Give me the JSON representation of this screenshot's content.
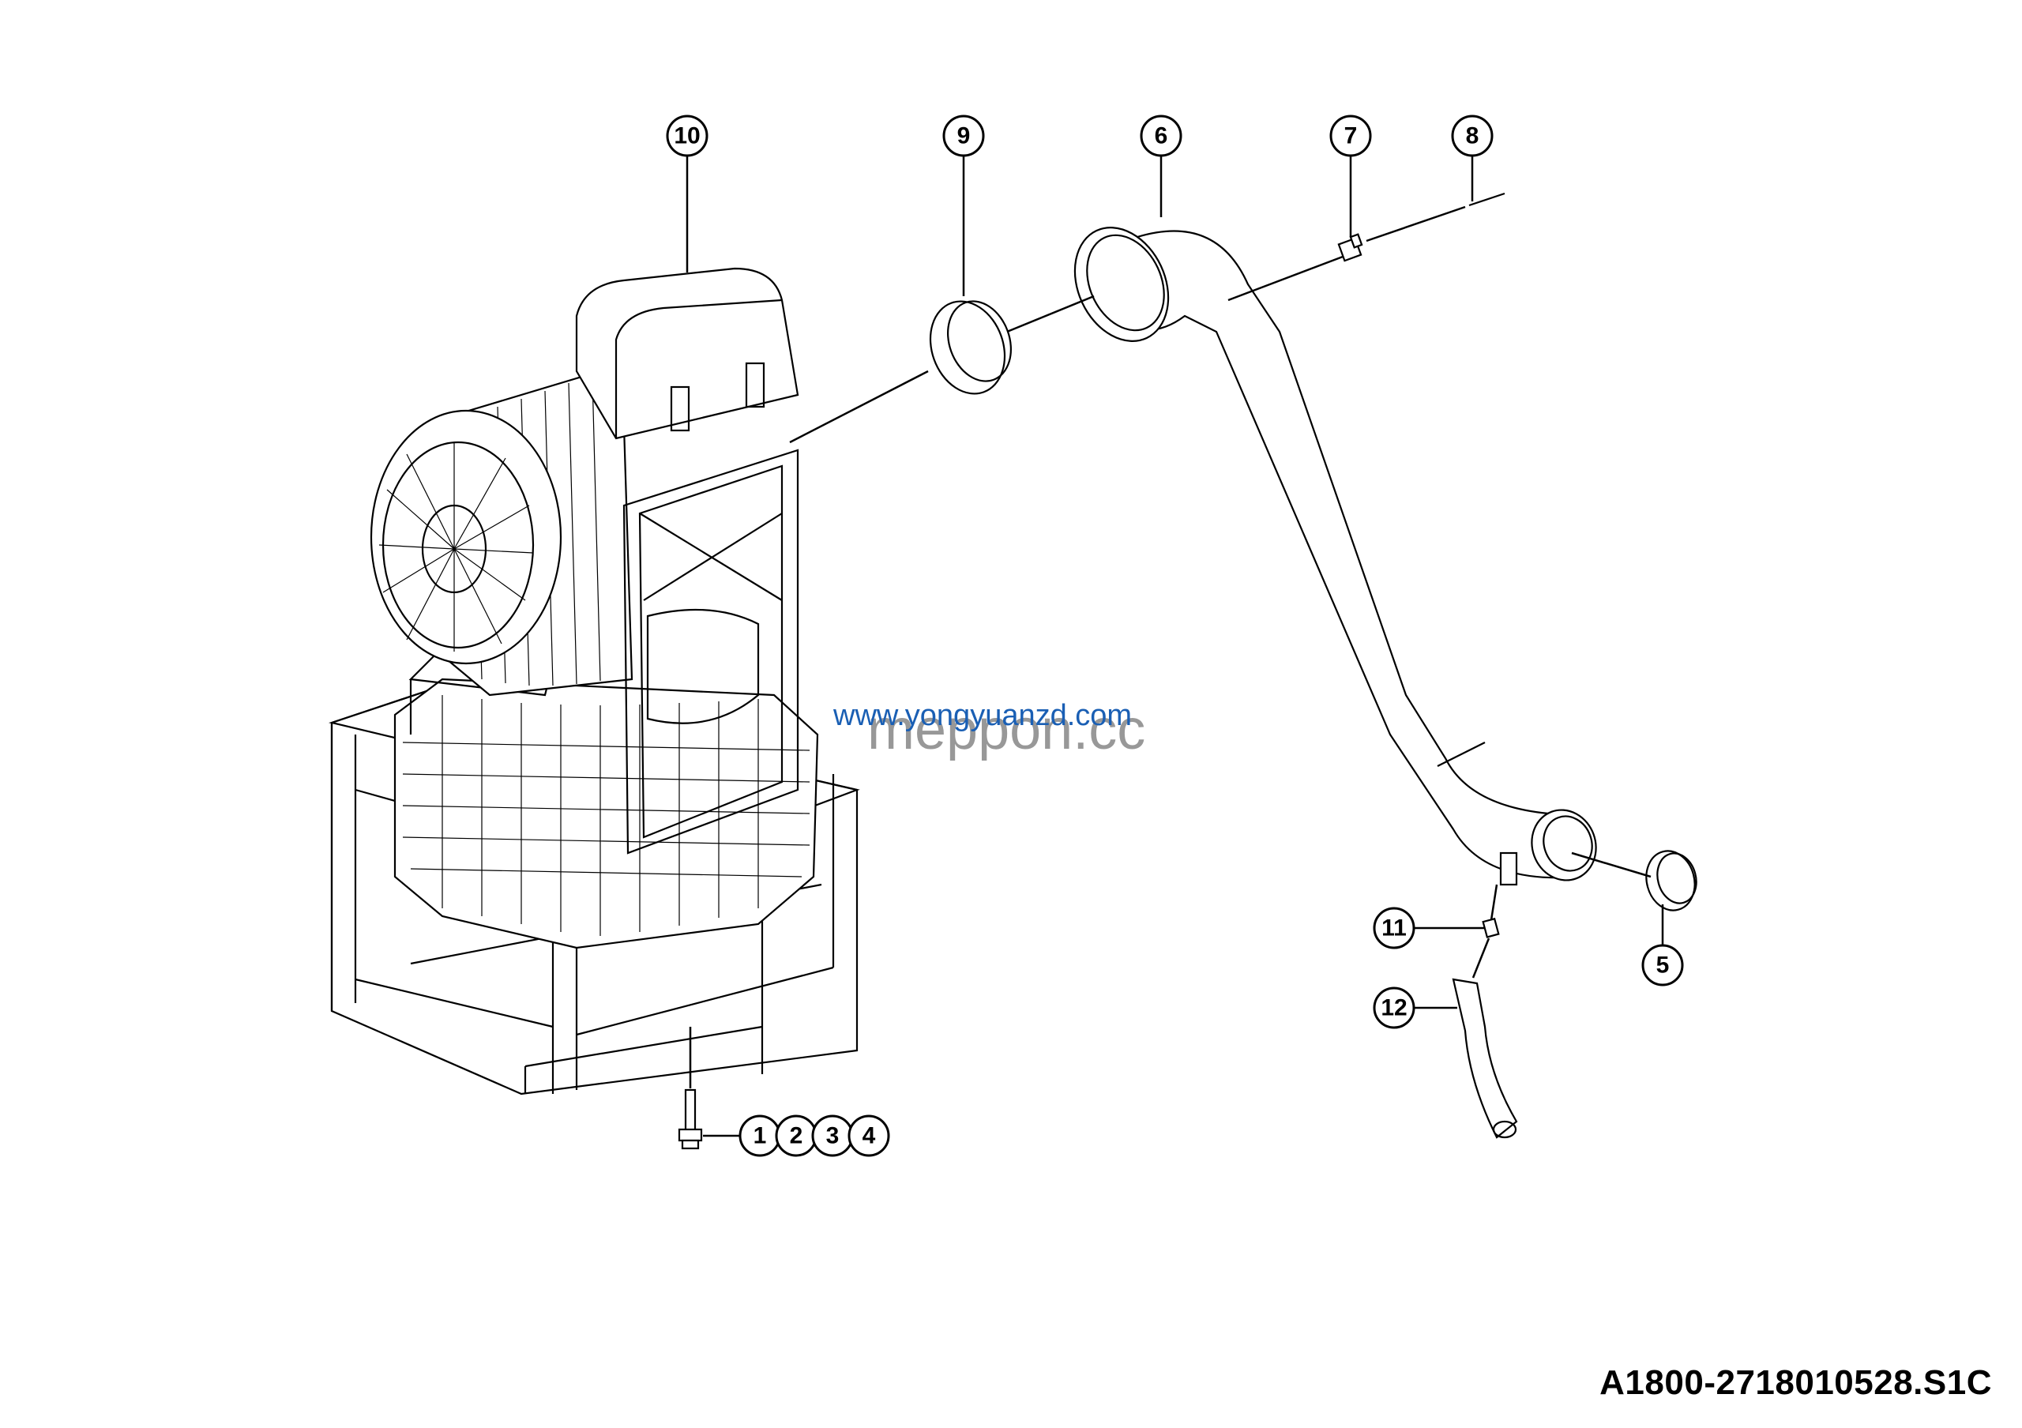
{
  "drawing_number": "A1800-2718010528.S1C",
  "watermarks": {
    "primary": "www.yongyuanzd.com",
    "secondary": "meppon.cc",
    "primary_color": "#1a5fb4",
    "secondary_color": "#444444"
  },
  "callouts": {
    "c1": "1",
    "c2": "2",
    "c3": "3",
    "c4": "4",
    "c5": "5",
    "c6": "6",
    "c7": "7",
    "c8": "8",
    "c9": "9",
    "c10": "10",
    "c11": "11",
    "c12": "12"
  }
}
